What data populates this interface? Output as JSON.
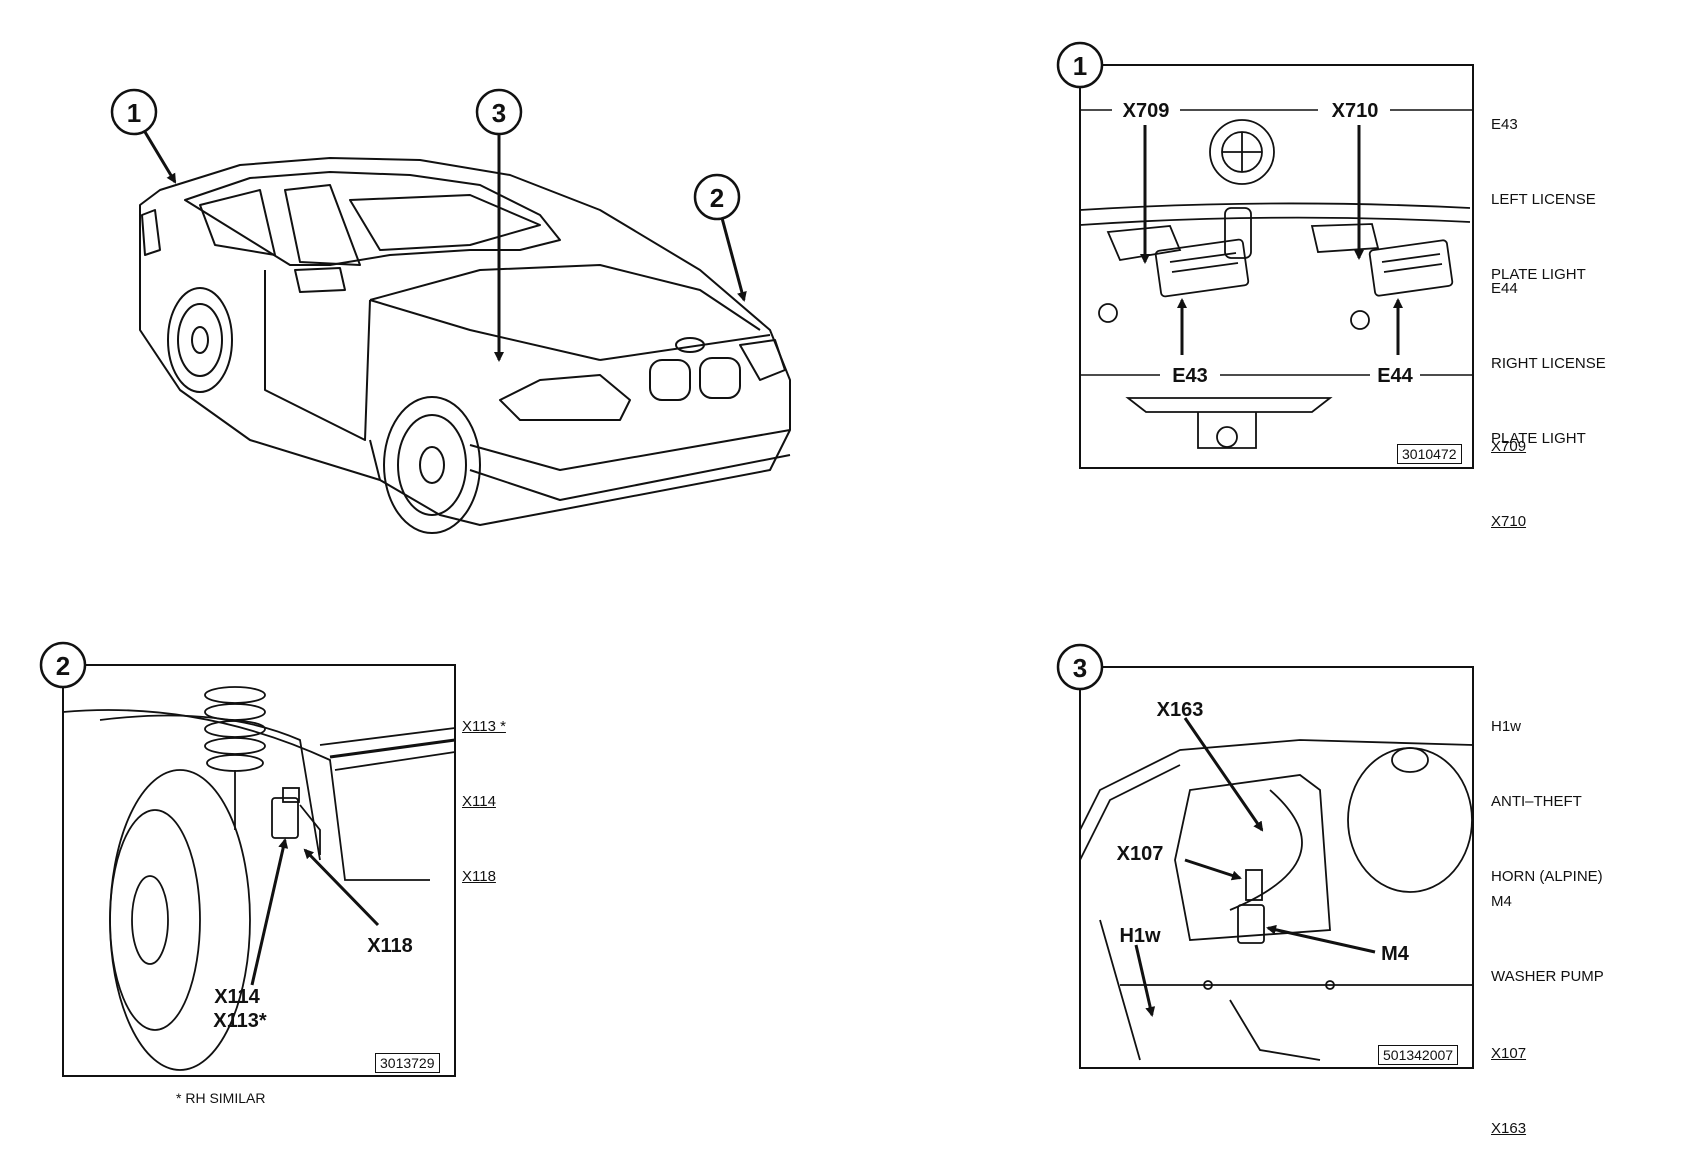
{
  "overview": {
    "callouts": [
      "1",
      "3",
      "2"
    ]
  },
  "panel1": {
    "number": "1",
    "id": "3010472",
    "labels": {
      "x709": "X709",
      "x710": "X710",
      "e43": "E43",
      "e44": "E44"
    },
    "legend": [
      "E43",
      "LEFT LICENSE",
      "PLATE LIGHT",
      "E44",
      "RIGHT LICENSE",
      "PLATE LIGHT"
    ],
    "connectors": [
      "X709",
      "X710"
    ]
  },
  "panel2": {
    "number": "2",
    "id": "3013729",
    "labels": {
      "x118": "X118",
      "x114": "X114",
      "x113": "X113*"
    },
    "connectors": [
      "X113 *",
      "X114",
      "X118"
    ],
    "footnote": "*  RH SIMILAR"
  },
  "panel3": {
    "number": "3",
    "id": "501342007",
    "labels": {
      "x163": "X163",
      "x107": "X107",
      "h1w": "H1w",
      "m4": "M4"
    },
    "legend": [
      "H1w",
      "ANTI–THEFT",
      "HORN (ALPINE)",
      "M4",
      "WASHER PUMP"
    ],
    "connectors": [
      "X107",
      "X163"
    ]
  }
}
